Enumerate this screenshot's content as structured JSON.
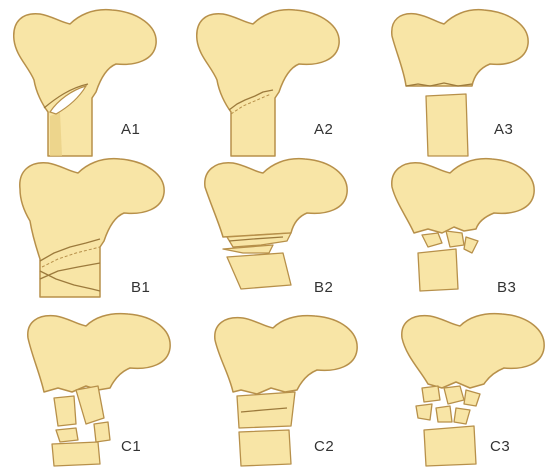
{
  "colors": {
    "bone_fill": "#f8e5a6",
    "bone_outline": "#b7904a",
    "crack_line": "#9c7a3c",
    "background": "#ffffff"
  },
  "panels": [
    {
      "label": "A1"
    },
    {
      "label": "A2"
    },
    {
      "label": "A3"
    },
    {
      "label": "B1"
    },
    {
      "label": "B2"
    },
    {
      "label": "B3"
    },
    {
      "label": "C1"
    },
    {
      "label": "C2"
    },
    {
      "label": "C3"
    }
  ]
}
